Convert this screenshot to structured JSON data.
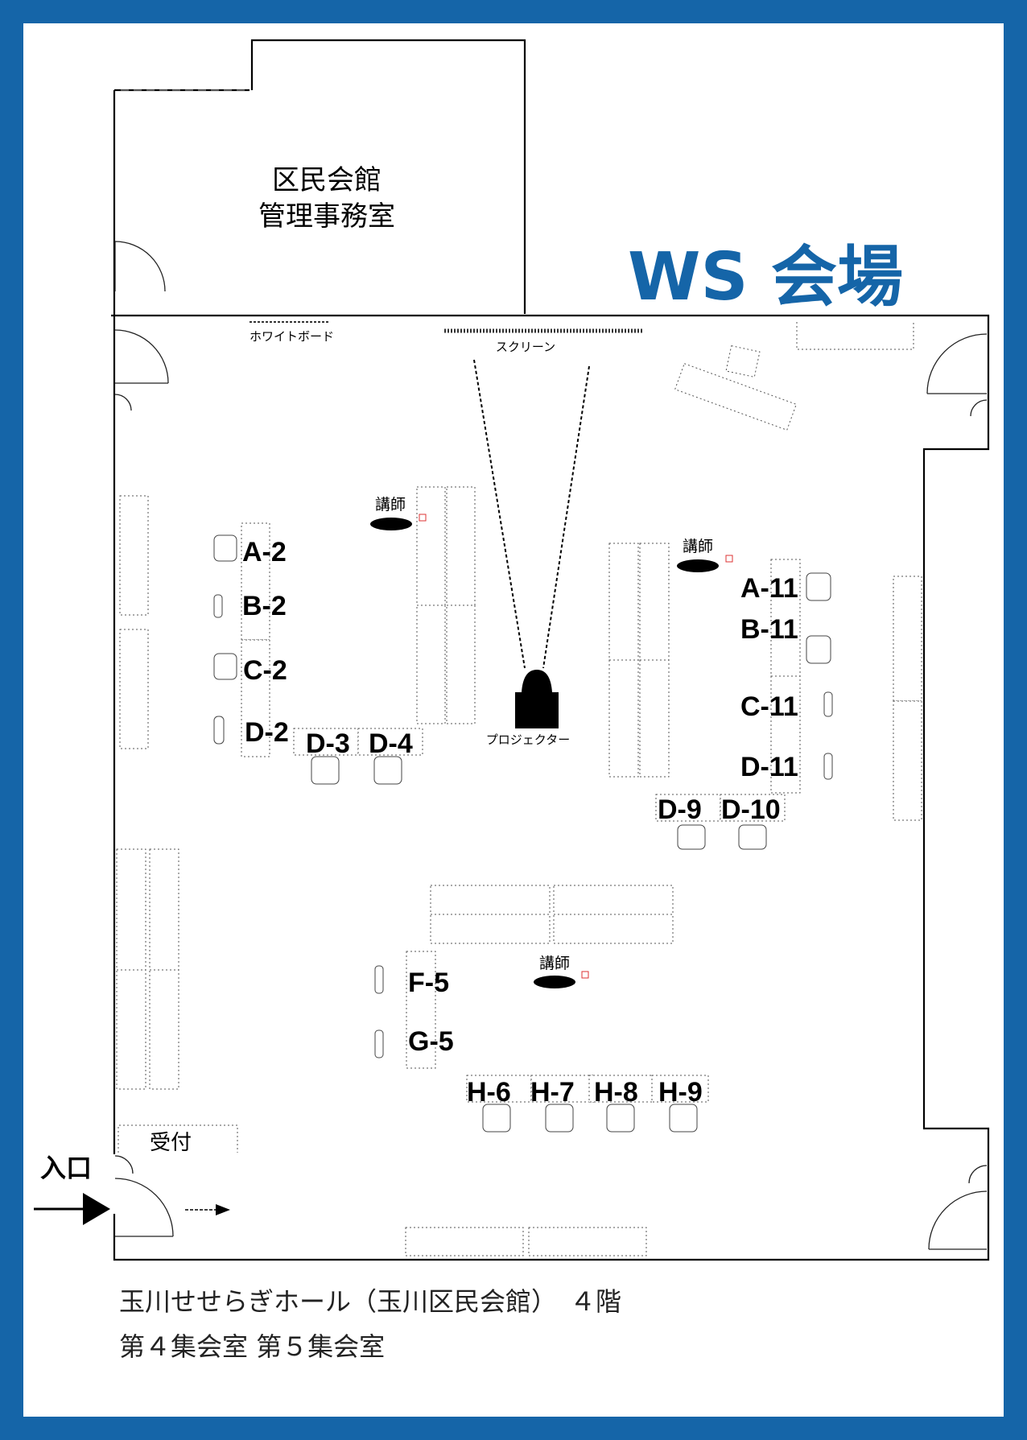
{
  "title": "WS 会場",
  "office": {
    "line1": "区民会館",
    "line2": "管理事務室"
  },
  "whiteboard": "ホワイトボード",
  "screen": "スクリーン",
  "projector": "プロジェクター",
  "lecturer": "講師",
  "reception": "受付",
  "entrance": "入口",
  "footer": {
    "line1": "玉川せせらぎホール（玉川区民会館）　４階",
    "line2": "第４集会室  第５集会室"
  },
  "seats": {
    "a2": "A-2",
    "b2": "B-2",
    "c2": "C-2",
    "d2": "D-2",
    "d3": "D-3",
    "d4": "D-4",
    "a11": "A-11",
    "b11": "B-11",
    "c11": "C-11",
    "d11": "D-11",
    "d9": "D-9",
    "d10": "D-10",
    "f5": "F-5",
    "g5": "G-5",
    "h6": "H-6",
    "h7": "H-7",
    "h8": "H-8",
    "h9": "H-9"
  },
  "colors": {
    "border": "#1565a8",
    "title": "#1565a8",
    "background": "#ffffff"
  }
}
